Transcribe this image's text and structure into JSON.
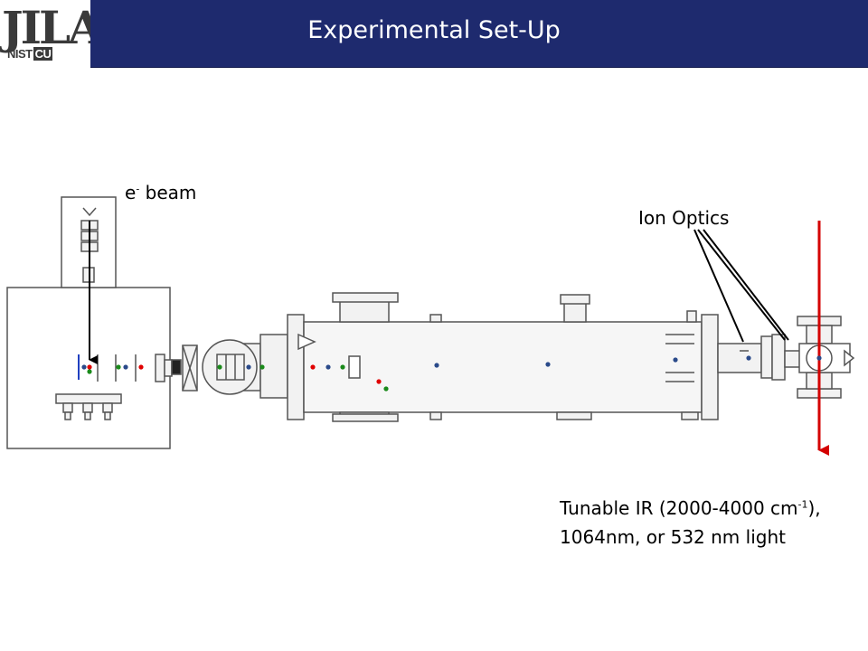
{
  "header": {
    "logo_main": "JILA",
    "logo_sub_left": "NIST",
    "logo_sub_right": "CU",
    "title": "Experimental Set-Up",
    "bar_color": "#1e2a6e"
  },
  "labels": {
    "ebeam_main": "e",
    "ebeam_sup": "-",
    "ebeam_rest": " beam",
    "ion_optics": "Ion Optics",
    "light_line1_a": "Tunable IR (2000-4000 cm",
    "light_line1_sup": "-1",
    "light_line1_b": "),",
    "light_line2": "1064nm, or 532 nm light"
  },
  "colors": {
    "laser": "#d40000",
    "dot_red": "#e00000",
    "dot_green": "#1a8a1a",
    "dot_blue": "#2a4a8a",
    "hardware_stroke": "#555555",
    "hardware_fill": "#f2f2f2"
  }
}
